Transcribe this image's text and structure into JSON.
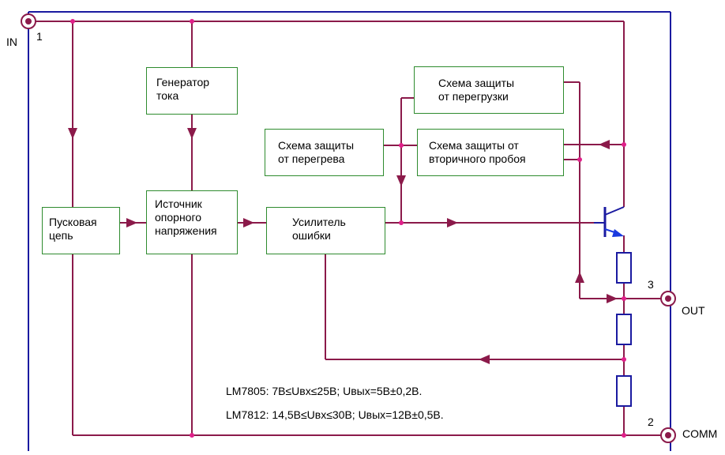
{
  "terminals": {
    "in": {
      "label": "IN",
      "number": "1"
    },
    "out": {
      "label": "OUT",
      "number": "3"
    },
    "comm": {
      "label": "COMM",
      "number": "2"
    }
  },
  "blocks": {
    "current_generator": {
      "line1": "Генератор",
      "line2": "тока"
    },
    "overload_protection": {
      "line1": "Схема защиты",
      "line2": "от перегрузки"
    },
    "overheat_protection": {
      "line1": "Схема защиты",
      "line2": "от перегрева"
    },
    "secondary_breakdown_protection": {
      "line1": "Схема защиты от",
      "line2": "вторичного пробоя"
    },
    "startup_circuit": {
      "line1": "Пусковая",
      "line2": "цепь"
    },
    "reference_source": {
      "line1": "Источник",
      "line2": "опорного",
      "line3": "напряжения"
    },
    "error_amplifier": {
      "line1": "Усилитель",
      "line2": "ошибки"
    }
  },
  "notes": {
    "lm7805": "LM7805: 7В≤Uвх≤25В; Uвых=5В±0,2В.",
    "lm7812": "LM7812: 14,5В≤Uвх≤30В; Uвых=12В±0,5В."
  },
  "colors": {
    "wire": "#8b1a4a",
    "block_border": "#2e8b2e",
    "frame": "#1a1aa0",
    "junction": "#e0208a",
    "transistor_arrow": "#1a3adf"
  }
}
